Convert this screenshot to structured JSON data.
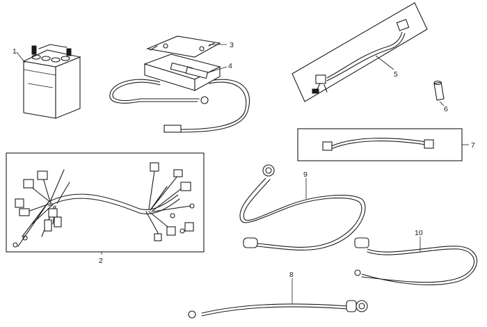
{
  "callouts": [
    {
      "id": "battery",
      "label": "1"
    },
    {
      "id": "main-harness",
      "label": "2"
    },
    {
      "id": "fuse-box-cover",
      "label": "3"
    },
    {
      "id": "fuse-box",
      "label": "4"
    },
    {
      "id": "sub-harness",
      "label": "5"
    },
    {
      "id": "cap",
      "label": "6"
    },
    {
      "id": "lead-wire",
      "label": "7"
    },
    {
      "id": "ground-cable",
      "label": "8"
    },
    {
      "id": "battery-cable-positive",
      "label": "9"
    },
    {
      "id": "battery-cable-negative",
      "label": "10"
    }
  ]
}
